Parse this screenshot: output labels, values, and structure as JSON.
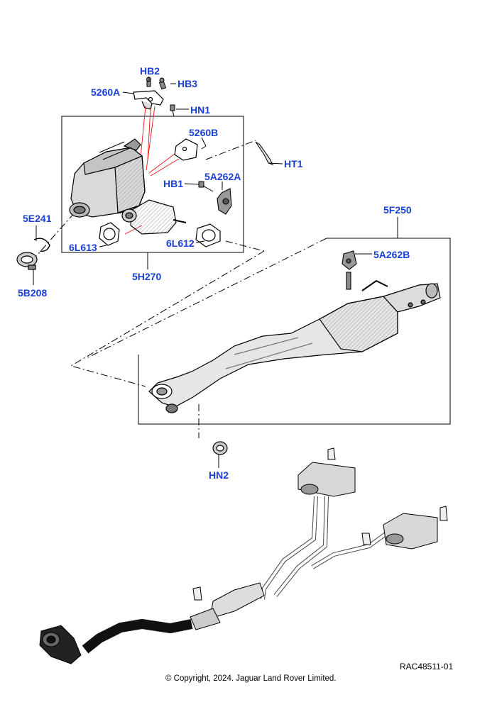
{
  "diagram": {
    "callouts": {
      "HB2": "HB2",
      "HB3": "HB3",
      "c5260A": "5260A",
      "HN1": "HN1",
      "c5260B": "5260B",
      "HT1": "HT1",
      "HB1": "HB1",
      "c5A262A": "5A262A",
      "c5E241": "5E241",
      "c6L613": "6L613",
      "c6L612": "6L612",
      "c5H270": "5H270",
      "c5B208": "5B208",
      "c5F250": "5F250",
      "c5A262B": "5A262B",
      "HN2": "HN2"
    },
    "callout_color": "#1a3fd6",
    "reference_code": "RAC48511-01",
    "copyright": "© Copyright, 2024. Jaguar Land Rover Limited."
  }
}
